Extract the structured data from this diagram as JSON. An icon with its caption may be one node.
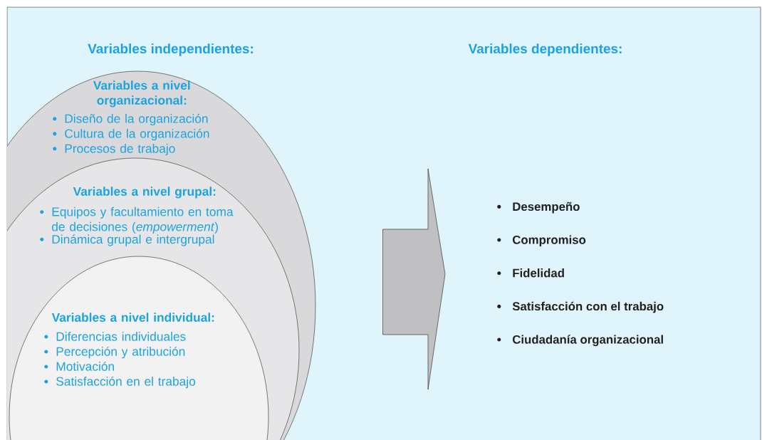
{
  "diagram": {
    "nodes": [
      {
        "text": [
          "Variables a nivel organizacional:",
          "Diseño de la organización",
          "Cultura de la organización",
          "Procesos de trabajo"
        ]
      },
      {
        "text": [
          "Variables a nivel grupal:",
          "Equipos y facultamiento en toma de decisiones (*empowerment*)",
          "Dinámica grupal e intergrupal"
        ],
        "in": 0
      },
      {
        "text": [
          "Variables a nivel individual:",
          "Diferencias individuales",
          "Percepción y atribución",
          "Motivación",
          "Satisfacción en el trabajo"
        ],
        "in": 1
      },
      {
        "text": [
          "Desempeño",
          "Compromiso",
          "Fidelidad",
          "Satisfacción con el trabajo",
          "Ciudadanía organizacional"
        ]
      }
    ],
    "edges": [
      {
        "from": 0,
        "to": 3,
        "arrow": "to"
      }
    ],
    "labels": [
      "Variables independientes:",
      "Variables dependientes:"
    ]
  }
}
